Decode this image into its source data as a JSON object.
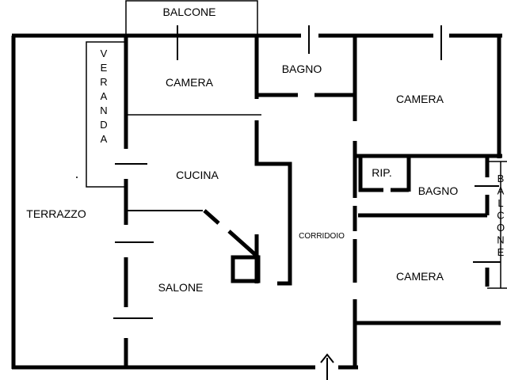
{
  "plan": {
    "rooms": {
      "balcone_top": "BALCONE",
      "camera_top": "CAMERA",
      "bagno_top": "BAGNO",
      "camera_right": "CAMERA",
      "veranda": "VERANDA",
      "cucina": "CUCINA",
      "terrazzo": "TERRAZZO",
      "rip": "RIP.",
      "bagno_right": "BAGNO",
      "balcone_right": "BALCONE",
      "corridoio": "CORRIDOIO",
      "camera_bottom": "CAMERA",
      "salone": "SALONE"
    },
    "entrance_arrow": "↑"
  }
}
